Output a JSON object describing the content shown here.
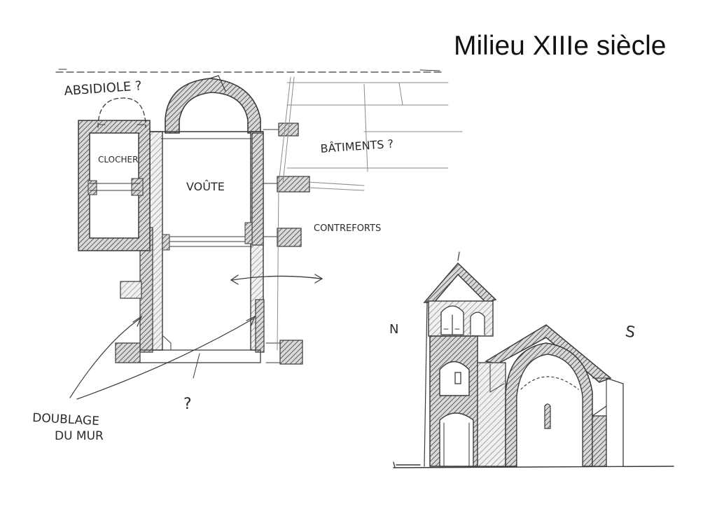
{
  "title": "Milieu XIIIe siècle",
  "colors": {
    "paper": "#ffffff",
    "pencil": "#3a3a3a",
    "hatch": "#5a5a5a"
  },
  "plan": {
    "labels": {
      "absidiole": "ABSIDIOLE ?",
      "clocher": "CLOCHER",
      "voute": "VOÛTE",
      "batiments": "BÂTIMENTS ?",
      "contreforts": "CONTREFORTS",
      "question": "?",
      "doublage_line1": "DOUBLAGE",
      "doublage_line2": "DU MUR"
    }
  },
  "elevation": {
    "labels": {
      "north": "N",
      "south": "S"
    }
  }
}
